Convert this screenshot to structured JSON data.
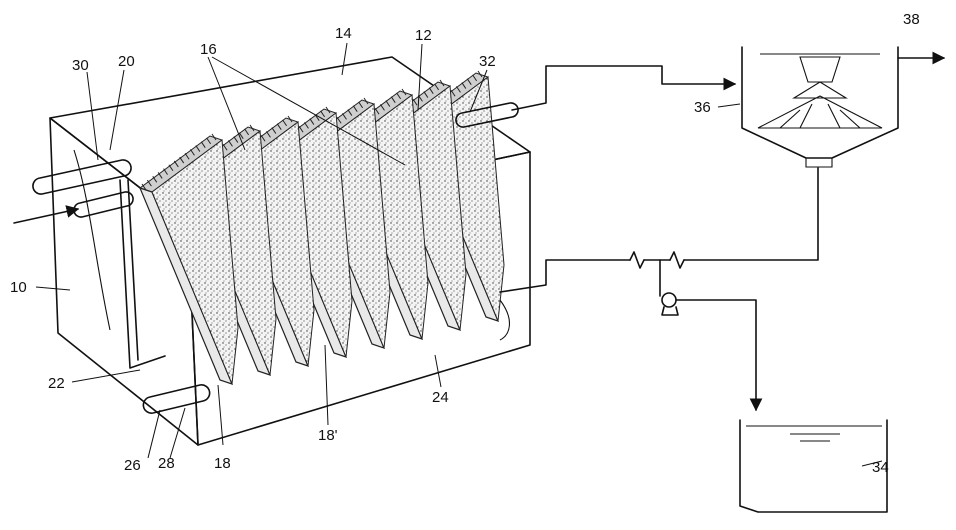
{
  "labels": {
    "l10": "10",
    "l12": "12",
    "l14": "14",
    "l16": "16",
    "l18": "18",
    "l18p": "18'",
    "l20": "20",
    "l22": "22",
    "l24": "24",
    "l26": "26",
    "l28": "28",
    "l30": "30",
    "l32": "32",
    "l34": "34",
    "l36": "36",
    "l38": "38"
  }
}
